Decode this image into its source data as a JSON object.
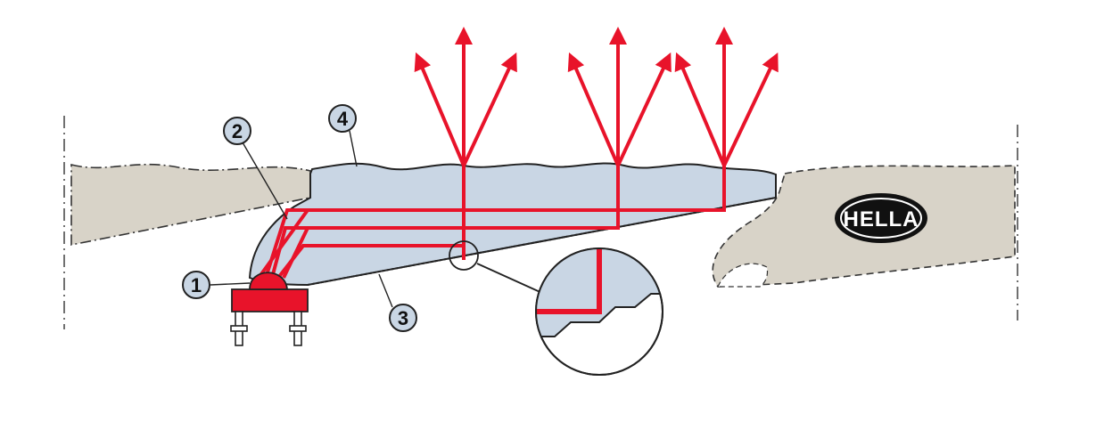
{
  "colors": {
    "background": "#ffffff",
    "body_panel": "#d8d3c8",
    "light_guide": "#c9d6e4",
    "light_ray": "#e8132a",
    "led_housing": "#e8132a",
    "outline": "#2a2a2a"
  },
  "callouts": [
    {
      "id": "1",
      "label": "1"
    },
    {
      "id": "2",
      "label": "2"
    },
    {
      "id": "3",
      "label": "3"
    },
    {
      "id": "4",
      "label": "4"
    }
  ],
  "logo": {
    "text": "HELLA"
  },
  "icons": {
    "led": "led-source-icon",
    "arrow": "arrow-head-icon"
  }
}
